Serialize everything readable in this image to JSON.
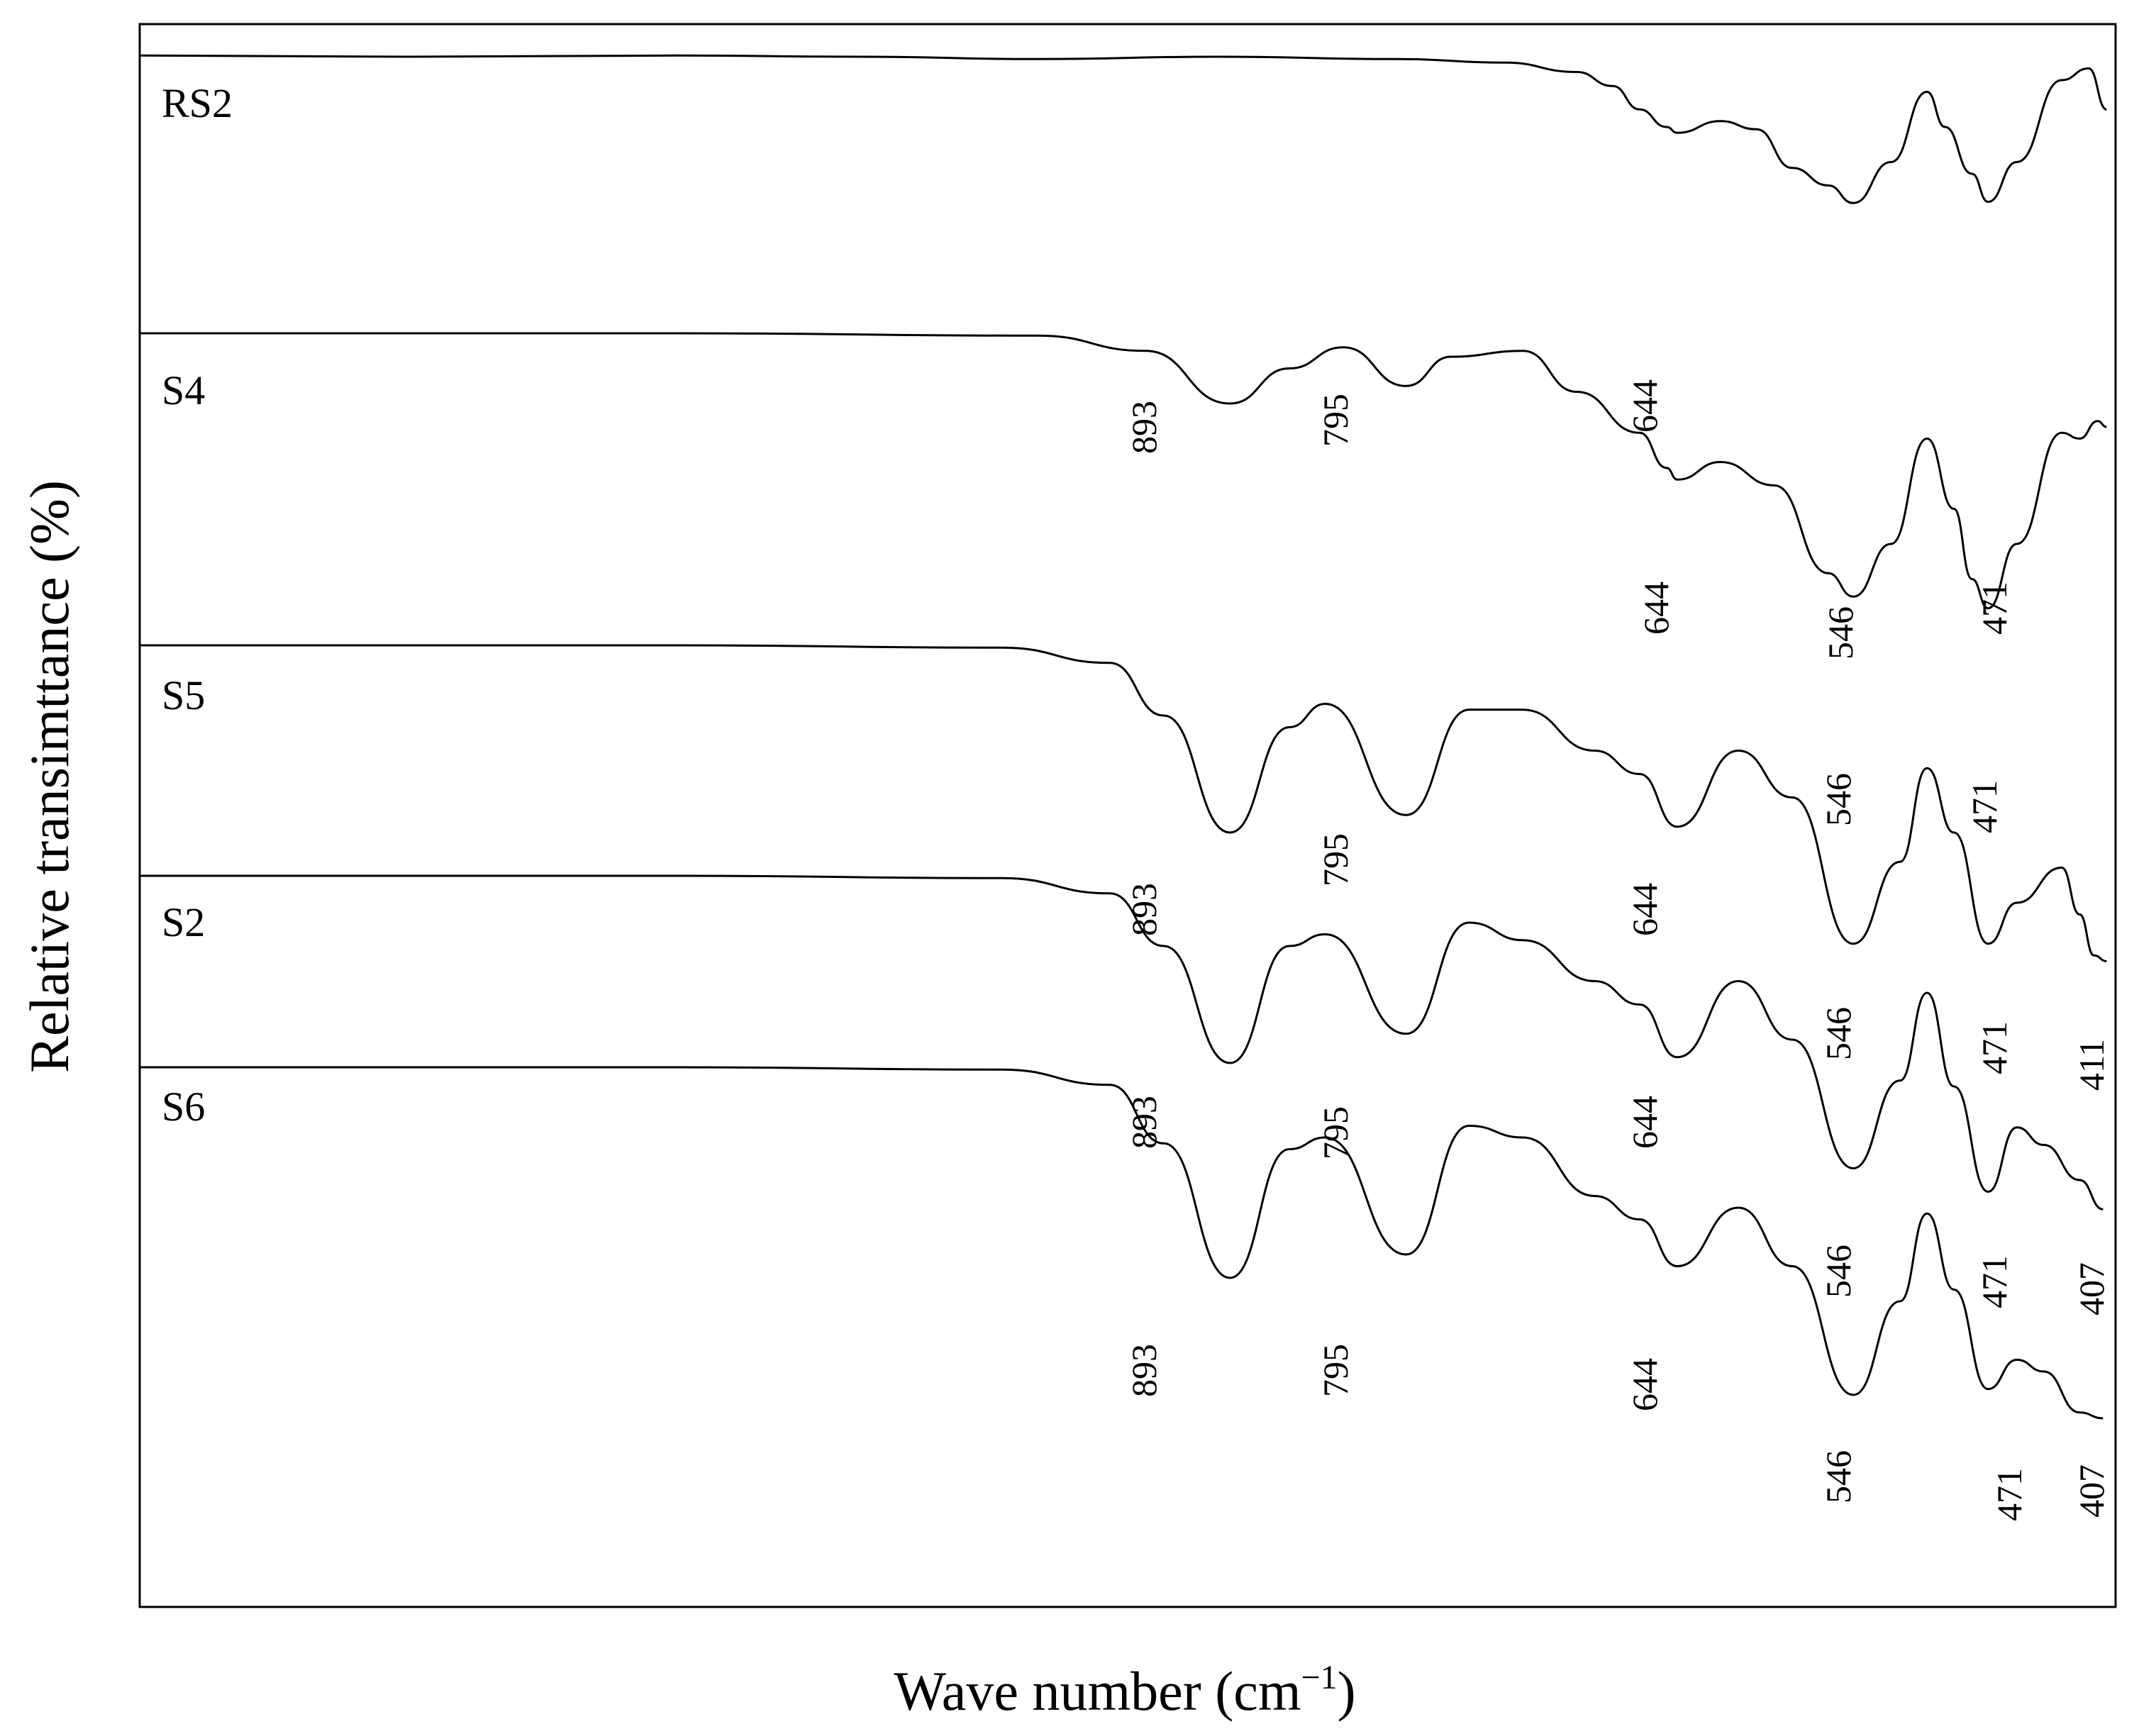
{
  "chart_data": {
    "type": "line",
    "xlabel_main": "Wave number (cm",
    "xlabel_sup": "−1",
    "xlabel_close": ")",
    "ylabel": "Relative transimttance (%)",
    "x_axis": "decreasing wave number, no tick labels printed",
    "y_axis": "relative units, no tick labels printed",
    "grid": false,
    "series": [
      {
        "name": "RS2",
        "points": [
          [
            1500,
            0.01
          ],
          [
            1350,
            0.0
          ],
          [
            1200,
            0.01
          ],
          [
            1100,
            0.0
          ],
          [
            1000,
            -0.02
          ],
          [
            900,
            0.0
          ],
          [
            800,
            -0.02
          ],
          [
            740,
            -0.05
          ],
          [
            700,
            -0.13
          ],
          [
            680,
            -0.25
          ],
          [
            665,
            -0.45
          ],
          [
            650,
            -0.6
          ],
          [
            644,
            -0.65
          ],
          [
            620,
            -0.55
          ],
          [
            600,
            -0.62
          ],
          [
            580,
            -0.95
          ],
          [
            560,
            -1.1
          ],
          [
            546,
            -1.25
          ],
          [
            525,
            -0.9
          ],
          [
            505,
            -0.3
          ],
          [
            495,
            -0.6
          ],
          [
            480,
            -1.0
          ],
          [
            471,
            -1.24
          ],
          [
            455,
            -0.9
          ],
          [
            430,
            -0.2
          ],
          [
            415,
            -0.1
          ],
          [
            405,
            -0.45
          ]
        ],
        "peak_labels": [
          "644",
          "546",
          "471"
        ]
      },
      {
        "name": "S4",
        "points": [
          [
            1500,
            0.0
          ],
          [
            1200,
            0.0
          ],
          [
            1000,
            -0.02
          ],
          [
            940,
            -0.15
          ],
          [
            893,
            -0.6
          ],
          [
            860,
            -0.3
          ],
          [
            830,
            -0.12
          ],
          [
            795,
            -0.45
          ],
          [
            770,
            -0.2
          ],
          [
            730,
            -0.15
          ],
          [
            700,
            -0.5
          ],
          [
            665,
            -0.85
          ],
          [
            650,
            -1.15
          ],
          [
            644,
            -1.25
          ],
          [
            620,
            -1.1
          ],
          [
            590,
            -1.3
          ],
          [
            560,
            -2.05
          ],
          [
            546,
            -2.25
          ],
          [
            525,
            -1.8
          ],
          [
            505,
            -0.9
          ],
          [
            490,
            -1.5
          ],
          [
            480,
            -2.1
          ],
          [
            471,
            -2.35
          ],
          [
            455,
            -1.8
          ],
          [
            430,
            -0.85
          ],
          [
            420,
            -0.9
          ],
          [
            410,
            -0.75
          ],
          [
            405,
            -0.8
          ]
        ],
        "peak_labels": [
          "893",
          "795",
          "644",
          "546",
          "471"
        ]
      },
      {
        "name": "S5",
        "points": [
          [
            1500,
            0.0
          ],
          [
            1200,
            0.0
          ],
          [
            1020,
            -0.02
          ],
          [
            960,
            -0.15
          ],
          [
            930,
            -0.6
          ],
          [
            893,
            -1.6
          ],
          [
            860,
            -0.7
          ],
          [
            840,
            -0.5
          ],
          [
            795,
            -1.45
          ],
          [
            760,
            -0.55
          ],
          [
            730,
            -0.55
          ],
          [
            690,
            -0.9
          ],
          [
            665,
            -1.1
          ],
          [
            644,
            -1.55
          ],
          [
            610,
            -0.9
          ],
          [
            580,
            -1.3
          ],
          [
            546,
            -2.55
          ],
          [
            520,
            -1.85
          ],
          [
            505,
            -1.05
          ],
          [
            490,
            -1.6
          ],
          [
            471,
            -2.55
          ],
          [
            455,
            -2.2
          ],
          [
            430,
            -1.9
          ],
          [
            420,
            -2.3
          ],
          [
            412,
            -2.65
          ],
          [
            405,
            -2.7
          ]
        ],
        "peak_labels": [
          "893",
          "795",
          "644",
          "546",
          "471",
          "411"
        ]
      },
      {
        "name": "S2",
        "points": [
          [
            1500,
            0.0
          ],
          [
            1200,
            0.0
          ],
          [
            1020,
            -0.02
          ],
          [
            960,
            -0.15
          ],
          [
            930,
            -0.6
          ],
          [
            893,
            -1.6
          ],
          [
            860,
            -0.6
          ],
          [
            840,
            -0.5
          ],
          [
            795,
            -1.35
          ],
          [
            760,
            -0.4
          ],
          [
            730,
            -0.55
          ],
          [
            690,
            -0.9
          ],
          [
            665,
            -1.1
          ],
          [
            644,
            -1.55
          ],
          [
            610,
            -0.9
          ],
          [
            580,
            -1.4
          ],
          [
            546,
            -2.5
          ],
          [
            520,
            -1.75
          ],
          [
            505,
            -1.0
          ],
          [
            490,
            -1.8
          ],
          [
            471,
            -2.7
          ],
          [
            455,
            -2.15
          ],
          [
            440,
            -2.3
          ],
          [
            420,
            -2.6
          ],
          [
            407,
            -2.85
          ]
        ],
        "peak_labels": [
          "893",
          "795",
          "644",
          "546",
          "471",
          "407"
        ]
      },
      {
        "name": "S6",
        "points": [
          [
            1500,
            0.0
          ],
          [
            1200,
            0.0
          ],
          [
            1020,
            -0.02
          ],
          [
            960,
            -0.15
          ],
          [
            930,
            -0.65
          ],
          [
            893,
            -1.8
          ],
          [
            860,
            -0.7
          ],
          [
            840,
            -0.6
          ],
          [
            795,
            -1.6
          ],
          [
            760,
            -0.5
          ],
          [
            730,
            -0.6
          ],
          [
            690,
            -1.1
          ],
          [
            665,
            -1.3
          ],
          [
            644,
            -1.7
          ],
          [
            610,
            -1.2
          ],
          [
            580,
            -1.7
          ],
          [
            546,
            -2.8
          ],
          [
            520,
            -2.0
          ],
          [
            505,
            -1.25
          ],
          [
            490,
            -1.9
          ],
          [
            471,
            -2.75
          ],
          [
            455,
            -2.5
          ],
          [
            440,
            -2.6
          ],
          [
            420,
            -2.95
          ],
          [
            407,
            -3.0
          ]
        ],
        "peak_labels": [
          "893",
          "795",
          "644",
          "546",
          "471",
          "407"
        ]
      }
    ]
  }
}
